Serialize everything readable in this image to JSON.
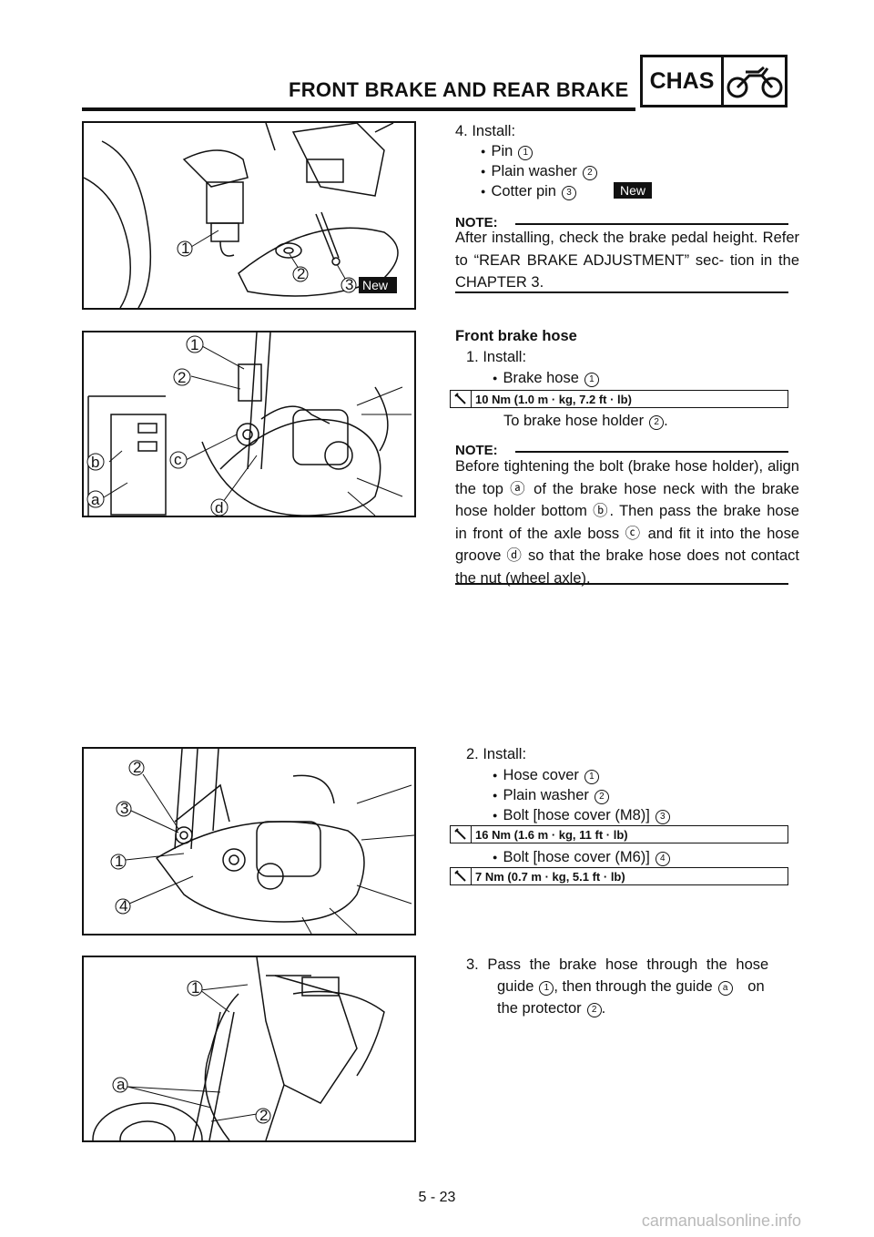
{
  "header": {
    "title": "FRONT BRAKE AND REAR BRAKE",
    "badge": "CHAS",
    "badge_icon": "motorcycle-icon"
  },
  "figures": {
    "fig1": {
      "callouts": [
        "1",
        "2",
        "3"
      ],
      "new_tag": "New"
    },
    "fig2": {
      "callouts": [
        "1",
        "2",
        "c",
        "b",
        "a",
        "d"
      ]
    },
    "fig3": {
      "callouts": [
        "2",
        "3",
        "1",
        "4"
      ]
    },
    "fig4": {
      "callouts": [
        "1",
        "a",
        "2"
      ]
    }
  },
  "section1": {
    "step": "4.  Install:",
    "items": [
      {
        "label": "Pin",
        "ref": "1"
      },
      {
        "label": "Plain washer",
        "ref": "2"
      },
      {
        "label": "Cotter pin",
        "ref": "3"
      }
    ],
    "new_tag": "New",
    "note_label": "NOTE:",
    "note_text": "After installing, check the brake pedal height. Refer to “REAR BRAKE ADJUSTMENT” sec- tion in the CHAPTER 3."
  },
  "section2": {
    "heading": "Front brake hose",
    "step": "1.  Install:",
    "item": {
      "label": "Brake hose",
      "ref": "1"
    },
    "torque": "10 Nm (1.0 m · kg, 7.2 ft · lb)",
    "to_text": "To brake hose holder",
    "to_ref": "2",
    "note_label": "NOTE:",
    "note_text": "Before tightening the bolt (brake hose holder), align the top ⓐ of the brake hose neck with the brake hose holder bottom ⓑ. Then pass the brake hose in front of the axle boss ⓒ and fit it into the hose groove ⓓ so that the brake hose does not contact the nut (wheel axle)."
  },
  "section3": {
    "step": "2.  Install:",
    "items": [
      {
        "label": "Hose cover",
        "ref": "1"
      },
      {
        "label": "Plain washer",
        "ref": "2"
      },
      {
        "label": "Bolt [hose cover (M8)]",
        "ref": "3"
      }
    ],
    "torque1": "16 Nm (1.6 m · kg, 11 ft · lb)",
    "item4": {
      "label": "Bolt [hose cover (M6)]",
      "ref": "4"
    },
    "torque2": "7 Nm (0.7 m · kg, 5.1 ft · lb)"
  },
  "section4": {
    "line1": "3.  Pass the brake hose through the hose",
    "line2a": "guide",
    "ref1": "1",
    "line2b": ", then through the guide",
    "ref_a": "a",
    "line2c": "on",
    "line3a": "the protector",
    "ref2": "2",
    "line3b": "."
  },
  "footer": {
    "page_number": "5 - 23"
  },
  "watermark": "carmanualsonline.info"
}
